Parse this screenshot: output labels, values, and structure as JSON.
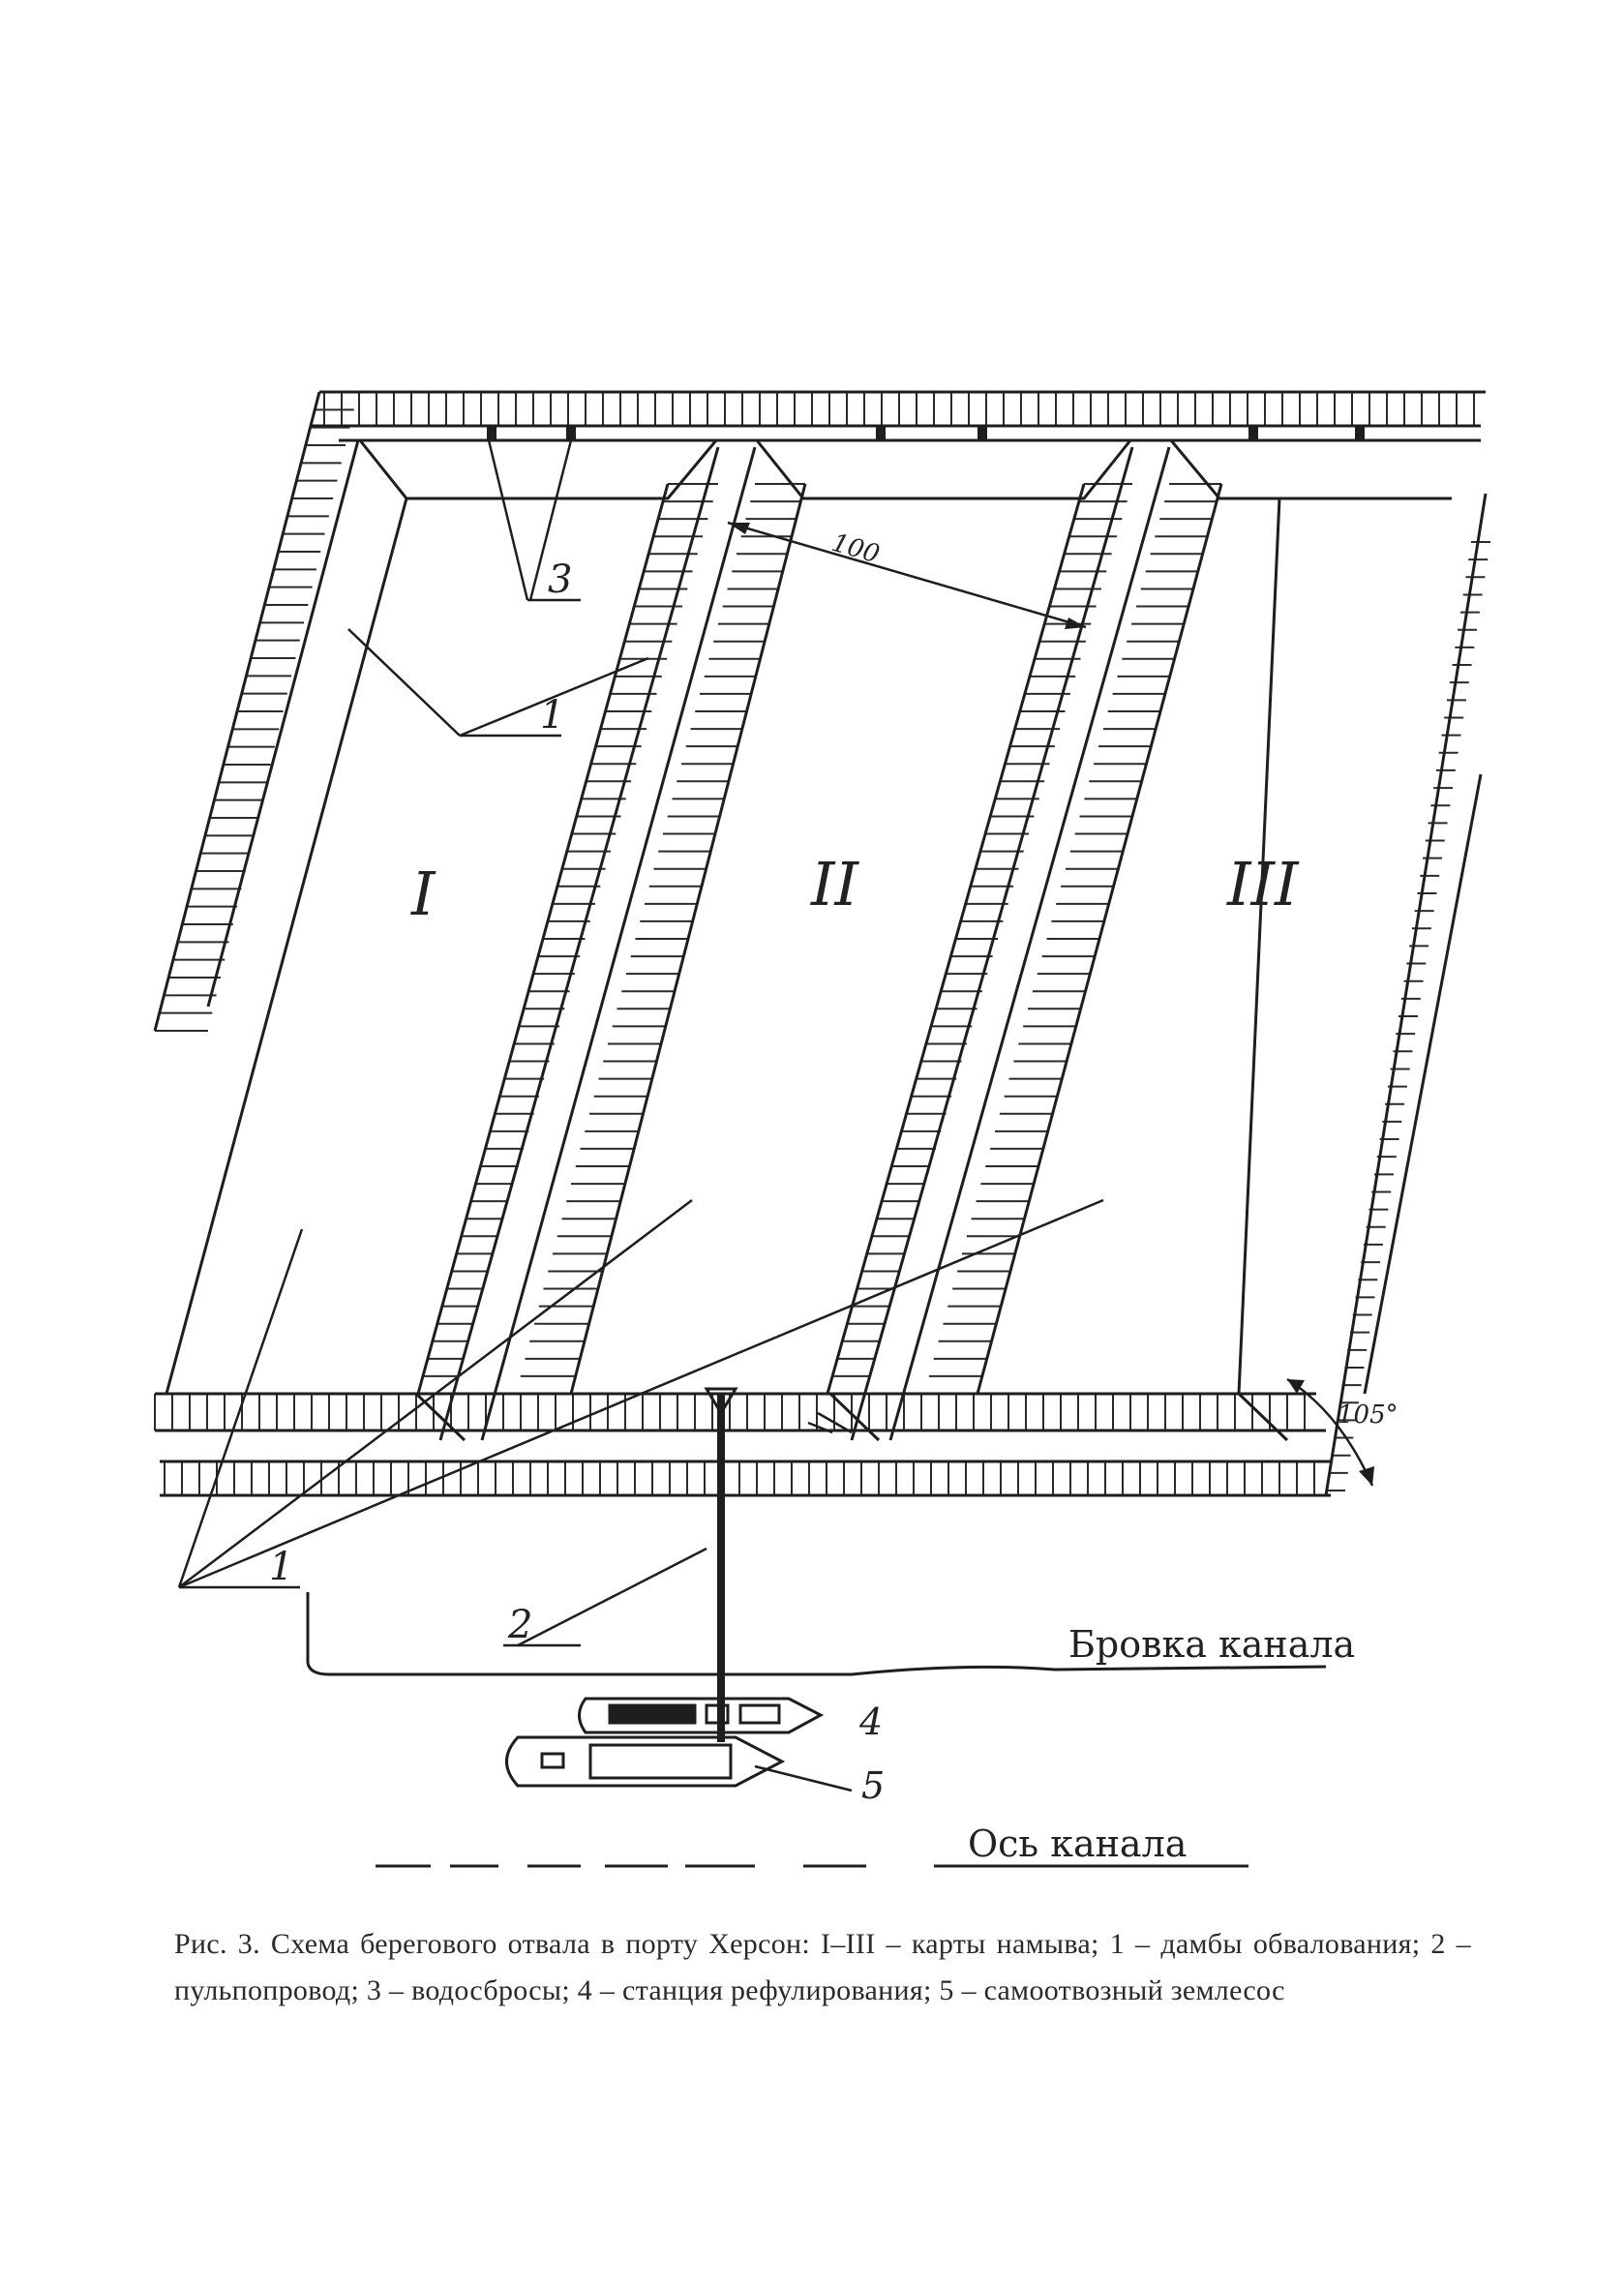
{
  "diagram": {
    "maps": [
      "I",
      "II",
      "III"
    ],
    "labels": {
      "dams": "1",
      "pipeline": "2",
      "spillways": "3",
      "station": "4",
      "dredger": "5"
    },
    "dimension": "100",
    "angle": "105°",
    "canal_edge": "Бровка канала",
    "canal_axis": "Ось канала"
  },
  "caption": "Рис. 3. Схема берегового отвала в порту Херсон: I–III – карты намыва; 1 – дамбы обвалования; 2 – пульпопровод; 3 – водосбросы; 4 – станция рефулирования; 5 – самоотвозный землесос"
}
